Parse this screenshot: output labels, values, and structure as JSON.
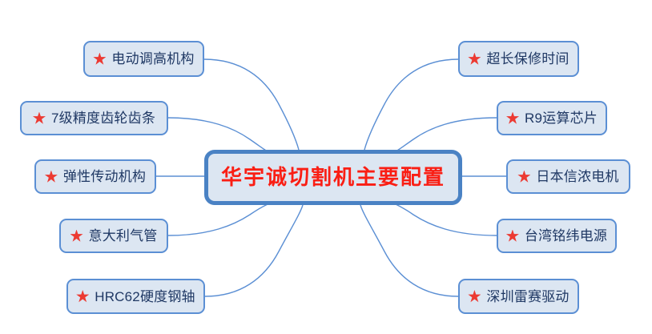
{
  "diagram": {
    "type": "mind-map",
    "background_color": "#ffffff",
    "center": {
      "label": "华宇诚切割机主要配置",
      "text_color": "#fa1e14",
      "fill_color": "#dce6f2",
      "border_color": "#4a82c4"
    },
    "style": {
      "node_fill": "#dce6f2",
      "node_border": "#5b8fd4",
      "node_text": "#1f3864",
      "connector_color": "#5b8fd4",
      "bullet_icon": "star-icon",
      "bullet_color": "#ec3a32"
    },
    "branches_left": [
      {
        "label": "电动调高机构",
        "bullet": "star-icon"
      },
      {
        "label": "7级精度齿轮齿条",
        "bullet": "star-icon"
      },
      {
        "label": "弹性传动机构",
        "bullet": "star-icon"
      },
      {
        "label": "意大利气管",
        "bullet": "star-icon"
      },
      {
        "label": "HRC62硬度钢轴",
        "bullet": "star-icon"
      }
    ],
    "branches_right": [
      {
        "label": "超长保修时间",
        "bullet": "star-icon"
      },
      {
        "label": "R9运算芯片",
        "bullet": "star-icon"
      },
      {
        "label": "日本信浓电机",
        "bullet": "star-icon"
      },
      {
        "label": "台湾铭纬电源",
        "bullet": "star-icon"
      },
      {
        "label": "深圳雷赛驱动",
        "bullet": "star-icon"
      }
    ]
  }
}
